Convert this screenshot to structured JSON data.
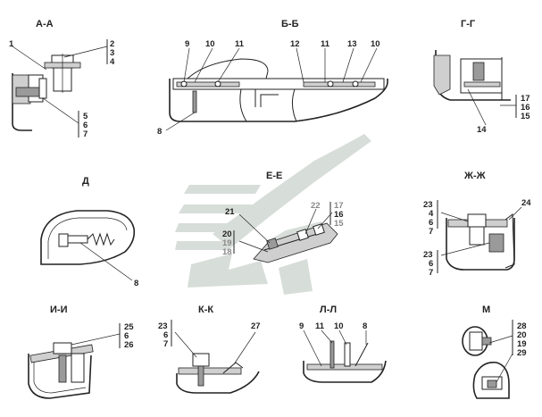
{
  "sections": {
    "aa": {
      "title": "А-А",
      "labels": [
        "1",
        "2",
        "3",
        "4",
        "5",
        "6",
        "7"
      ]
    },
    "bb": {
      "title": "Б-Б",
      "labels": [
        "9",
        "10",
        "11",
        "12",
        "11",
        "13",
        "10",
        "8"
      ]
    },
    "gg": {
      "title": "Г-Г",
      "labels": [
        "17",
        "16",
        "15",
        "14"
      ]
    },
    "d": {
      "title": "Д",
      "labels": [
        "8"
      ]
    },
    "ee": {
      "title": "Е-Е",
      "labels": [
        "21",
        "20",
        "19",
        "18",
        "22",
        "17",
        "16",
        "15"
      ]
    },
    "zz": {
      "title": "Ж-Ж",
      "labels": [
        "23",
        "4",
        "6",
        "7",
        "24",
        "23",
        "6",
        "7"
      ]
    },
    "ii": {
      "title": "И-И",
      "labels": [
        "25",
        "6",
        "26"
      ]
    },
    "kk": {
      "title": "К-К",
      "labels": [
        "23",
        "6",
        "7",
        "27"
      ]
    },
    "ll": {
      "title": "Л-Л",
      "labels": [
        "9",
        "11",
        "10",
        "8"
      ]
    },
    "m": {
      "title": "М",
      "labels": [
        "28",
        "20",
        "19",
        "29"
      ]
    }
  },
  "colors": {
    "watermark": "#d7ddd9",
    "line": "#222222",
    "shade": "#cfcfcf"
  }
}
